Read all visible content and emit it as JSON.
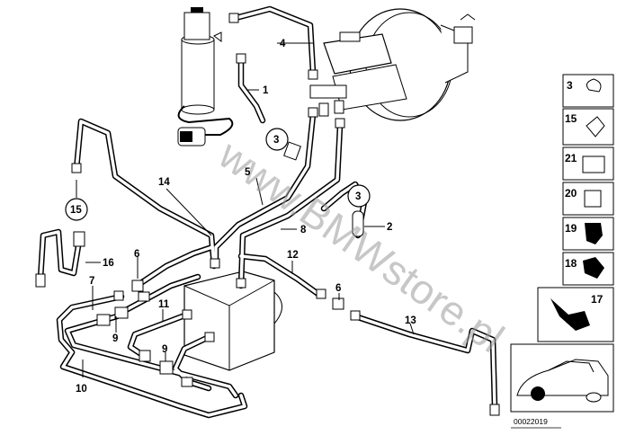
{
  "diagram": {
    "callouts": [
      "1",
      "2",
      "3",
      "4",
      "5",
      "6",
      "7",
      "8",
      "9",
      "10",
      "11",
      "12",
      "13",
      "14",
      "15",
      "16"
    ],
    "circled": [
      "3",
      "15"
    ],
    "legend": [
      "3",
      "15",
      "21",
      "20",
      "19",
      "18",
      "17"
    ],
    "watermark": "www.BMWstore.pl",
    "diagram_code": "00022019"
  }
}
